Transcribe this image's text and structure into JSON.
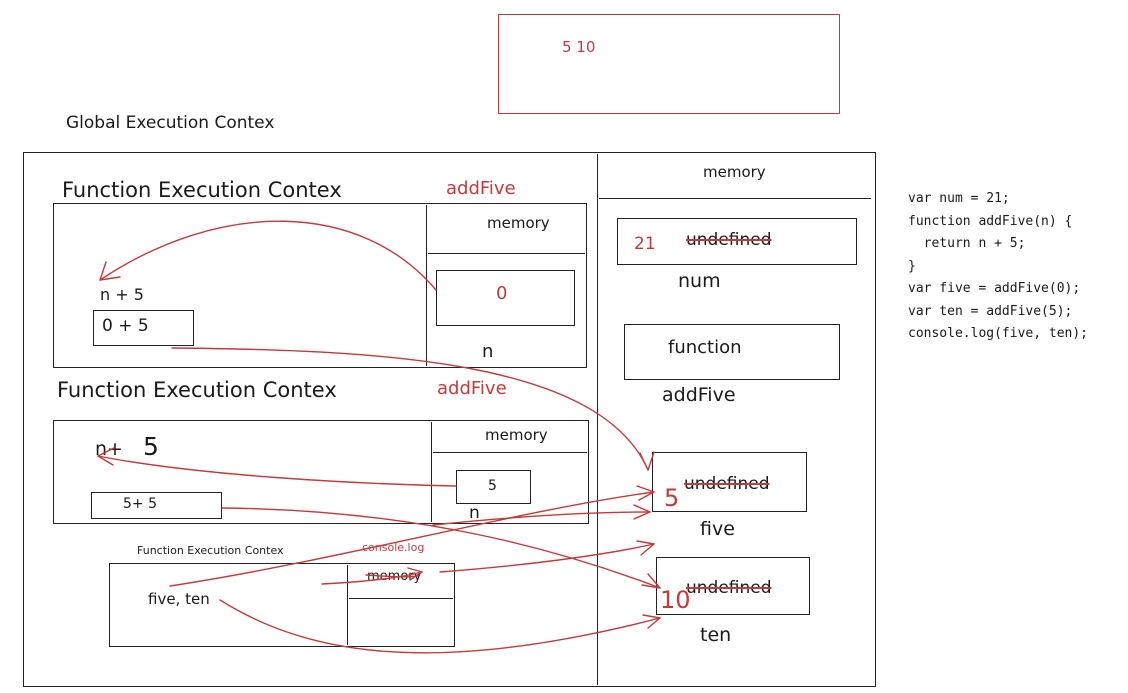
{
  "output": {
    "text": "5 10"
  },
  "global": {
    "title": "Global Execution Contex",
    "memory_label": "memory",
    "vars": [
      {
        "name": "num",
        "value": "21",
        "previous": "undefined"
      },
      {
        "name": "addFive",
        "value": "function"
      },
      {
        "name": "five",
        "value": "5",
        "previous": "undefined"
      },
      {
        "name": "ten",
        "value": "10",
        "previous": "undefined"
      }
    ]
  },
  "fec1": {
    "title": "Function Execution Contex",
    "fn": "addFive",
    "expr": "n + 5",
    "evaluated": "0 + 5",
    "memory_label": "memory",
    "param": {
      "name": "n",
      "value": "0"
    }
  },
  "fec2": {
    "title": "Function Execution Contex",
    "fn": "addFive",
    "expr_a": "n+",
    "expr_b": "5",
    "evaluated": "5+ 5",
    "memory_label": "memory",
    "param": {
      "name": "n",
      "value": "5"
    }
  },
  "fec3": {
    "title": "Function Execution Contex",
    "fn": "console.log",
    "args": "five, ten",
    "memory_label": "memory"
  },
  "code": {
    "lines": [
      "var num = 21;",
      "function addFive(n) {",
      "  return n + 5;",
      "}",
      "var five = addFive(0);",
      "var ten = addFive(5);",
      "console.log(five, ten);"
    ]
  },
  "colors": {
    "ink": "#1a1a1a",
    "accent": "#c43a3a"
  }
}
